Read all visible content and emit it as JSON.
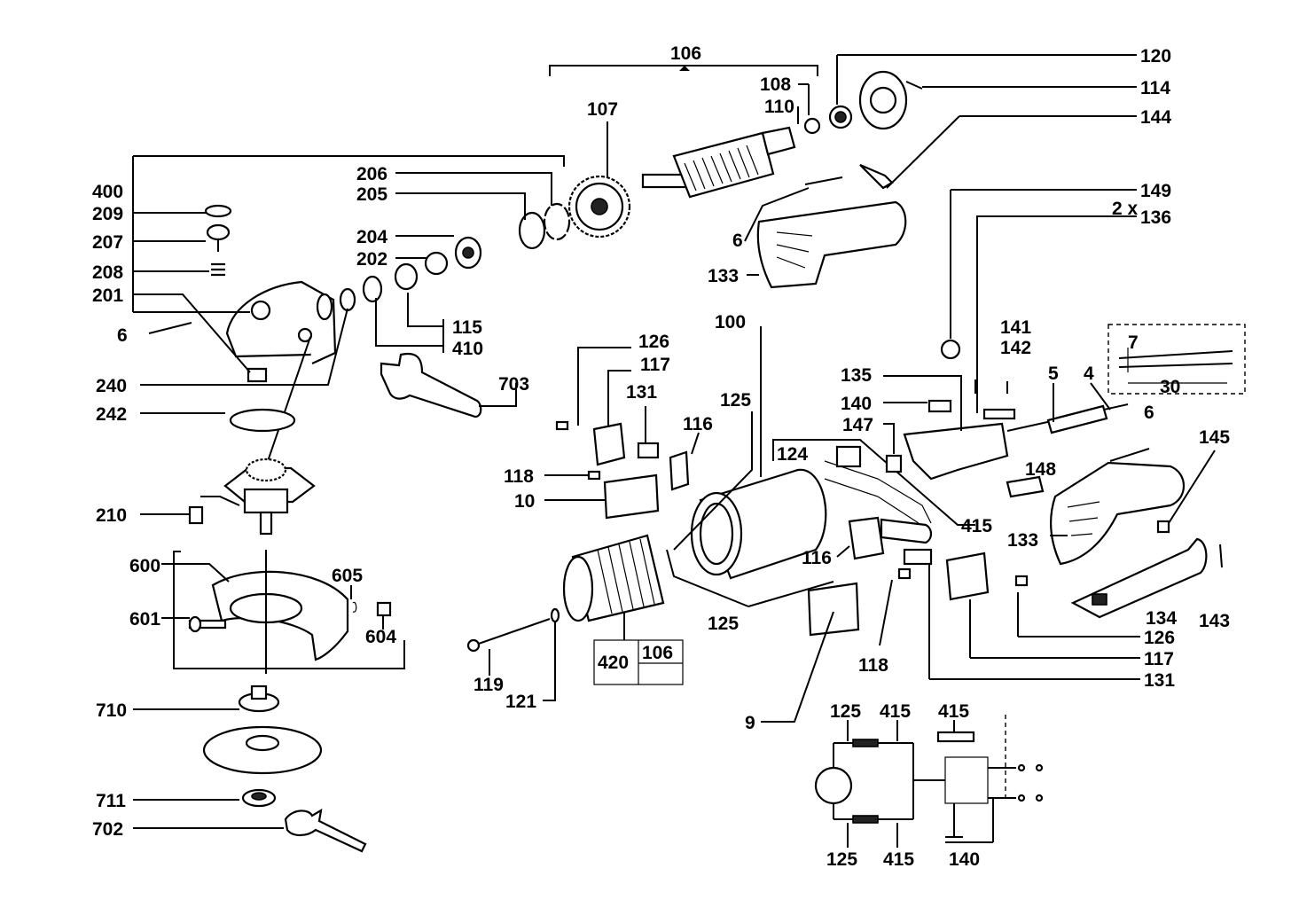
{
  "diagram": {
    "labels": {
      "l106a": "106",
      "l120": "120",
      "l114": "114",
      "l144": "144",
      "l108": "108",
      "l110": "110",
      "l107": "107",
      "l206": "206",
      "l205": "205",
      "l400": "400",
      "l209": "209",
      "l207": "207",
      "l208": "208",
      "l201": "201",
      "l6a": "6",
      "l204": "204",
      "l202": "202",
      "l115": "115",
      "l410": "410",
      "l240": "240",
      "l242": "242",
      "l703": "703",
      "l6b": "6",
      "l133a": "133",
      "l149": "149",
      "l2x": "2 x",
      "l136": "136",
      "l100": "100",
      "l126a": "126",
      "l117a": "117",
      "l131a": "131",
      "l125a": "125",
      "l116a": "116",
      "l118a": "118",
      "l10": "10",
      "l124": "124",
      "l141": "141",
      "l142": "142",
      "l5": "5",
      "l4": "4",
      "l7": "7",
      "l30": "30",
      "l135": "135",
      "l140a": "140",
      "l147": "147",
      "l6c": "6",
      "l145": "145",
      "l148": "148",
      "l415a": "415",
      "l133b": "133",
      "l116b": "116",
      "l210": "210",
      "l600": "600",
      "l605": "605",
      "l601": "601",
      "l604": "604",
      "l125b": "125",
      "l134": "134",
      "l143": "143",
      "l126b": "126",
      "l117b": "117",
      "l131b": "131",
      "l118b": "118",
      "l420": "420",
      "l106b": "106",
      "l119": "119",
      "l121": "121",
      "l710": "710",
      "l711": "711",
      "l702": "702",
      "l9": "9",
      "l125c": "125",
      "l415b": "415",
      "l415c": "415",
      "l125d": "125",
      "l415d": "415",
      "l140b": "140"
    }
  }
}
